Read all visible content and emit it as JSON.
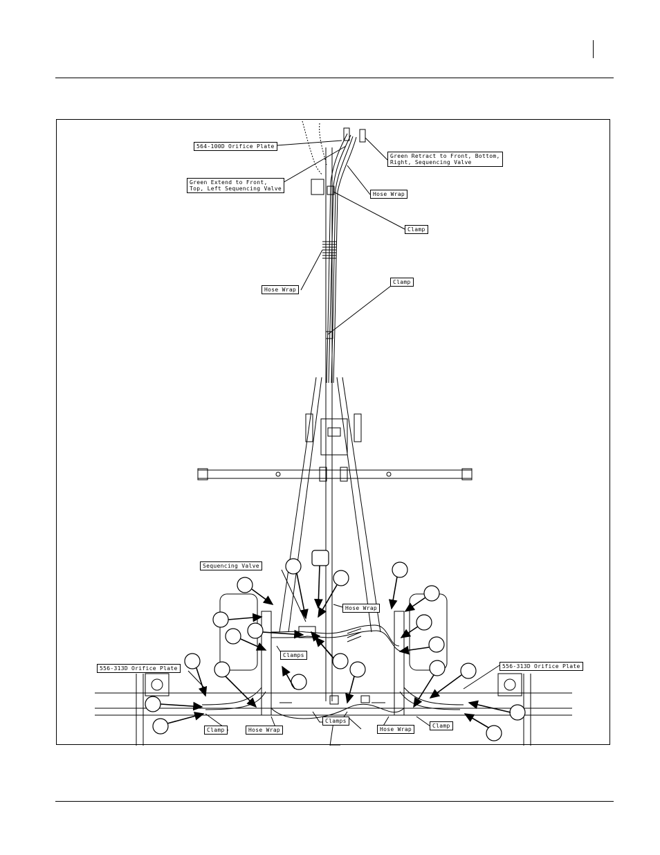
{
  "labels": {
    "orifice_top": "564-100D Orifice Plate",
    "green_retract": "Green Retract to Front, Bottom,\nRight, Sequencing Valve",
    "green_extend": "Green Extend to Front,\nTop, Left Sequencing Valve",
    "hose_wrap_top": "Hose Wrap",
    "clamp_top": "Clamp",
    "hose_wrap_mid": "Hose Wrap",
    "clamp_mid": "Clamp",
    "sequencing_valve": "Sequencing Valve",
    "hose_wrap_center": "Hose Wrap",
    "clamps_left": "Clamps",
    "orifice_left": "556-313D Orifice Plate",
    "orifice_right": "556-313D Orifice Plate",
    "clamps_bottom": "Clamps",
    "clamp_bottom_left": "Clamp",
    "hose_wrap_bottom_left": "Hose Wrap",
    "hose_wrap_bottom_right": "Hose Wrap",
    "clamp_bottom_right": "Clamp"
  },
  "icons": [
    "callout-circle",
    "callout-square",
    "arrow"
  ],
  "colors": {
    "ink": "#000000",
    "paper": "#ffffff"
  }
}
